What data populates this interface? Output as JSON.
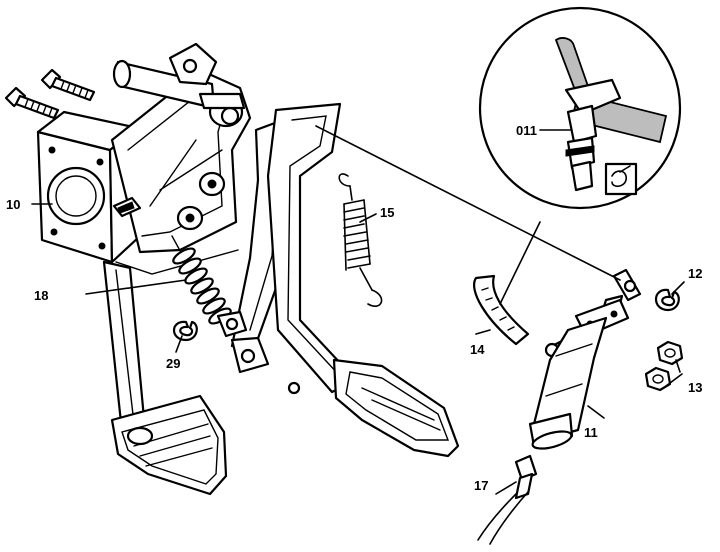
{
  "colors": {
    "ink": "#000000",
    "paper": "#ffffff",
    "hatch": "#bdbdbd"
  },
  "callouts": [
    {
      "id": "10",
      "label": "10"
    },
    {
      "id": "11",
      "label": "11"
    },
    {
      "id": "12",
      "label": "12"
    },
    {
      "id": "13",
      "label": "13"
    },
    {
      "id": "14",
      "label": "14"
    },
    {
      "id": "15",
      "label": "15"
    },
    {
      "id": "17",
      "label": "17"
    },
    {
      "id": "18",
      "label": "18"
    },
    {
      "id": "29",
      "label": "29"
    },
    {
      "id": "011",
      "label": "011"
    }
  ],
  "icons": {
    "detail_clip": "clip-tool-icon"
  }
}
